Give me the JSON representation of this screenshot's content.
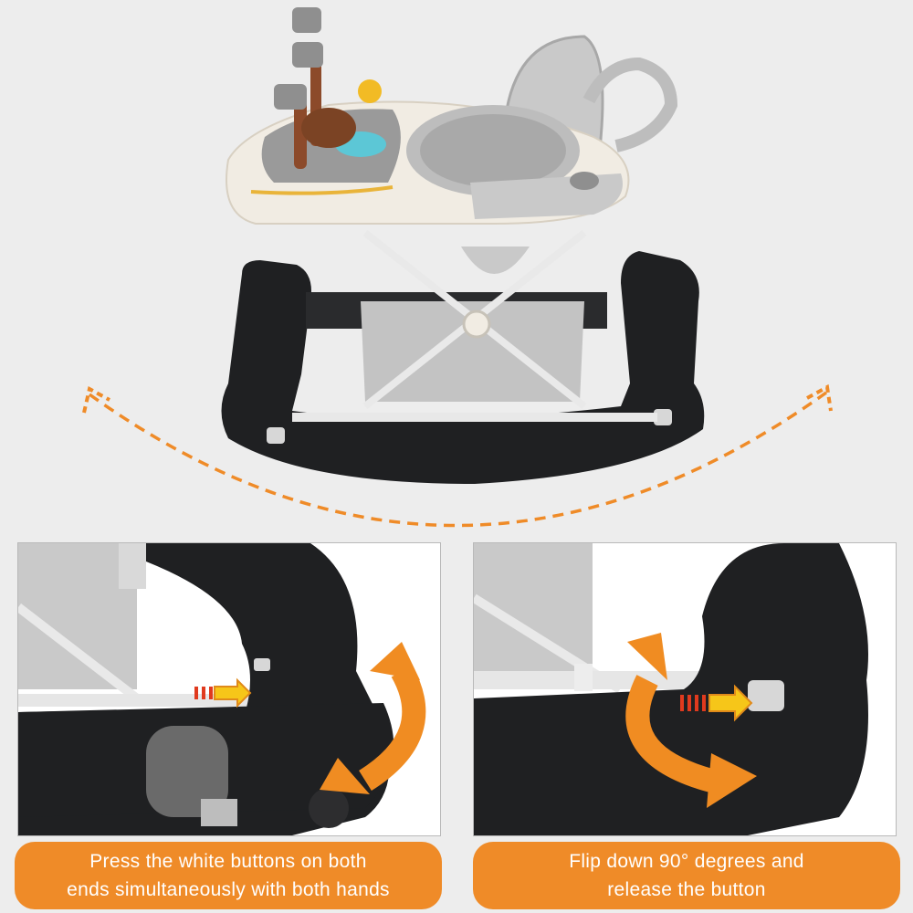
{
  "captions": {
    "left": {
      "line1": "Press the white buttons on both",
      "line2": "ends simultaneously with both hands"
    },
    "right": {
      "line1": "Flip down 90° degrees and",
      "line2": "release the button"
    }
  },
  "colors": {
    "accent": "#ef8b28",
    "frame": "#1f2022",
    "fabric": "#c9c9c9",
    "tray": "#f1ece3",
    "background": "#ededed"
  },
  "icons": {
    "rocking_arc": "dashed-double-arrow-arc",
    "rotate": "rotate-arrows-icon",
    "push": "push-arrow-icon"
  }
}
